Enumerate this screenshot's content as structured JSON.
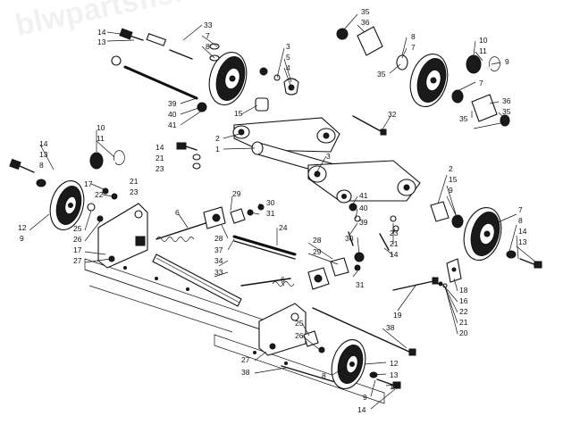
{
  "watermark": "blwpartsfish.com",
  "callouts": {
    "n1": "1",
    "n2": "2",
    "n3": "3",
    "n4": "4",
    "n5": "5",
    "n6": "6",
    "n7": "7",
    "n8": "8",
    "n9": "9",
    "n10": "10",
    "n11": "11",
    "n12": "12",
    "n13": "13",
    "n14": "14",
    "n15": "15",
    "n16": "16",
    "n17": "17",
    "n18": "18",
    "n19": "19",
    "n20": "20",
    "n21": "21",
    "n22": "22",
    "n23": "23",
    "n24": "24",
    "n25": "25",
    "n26": "26",
    "n27": "27",
    "n28": "28",
    "n29": "29",
    "n30": "30",
    "n31": "31",
    "n32": "32",
    "n33": "33",
    "n34": "34",
    "n35": "35",
    "n36": "36",
    "n37": "37",
    "n38": "38",
    "n39": "39",
    "n40": "40",
    "n41": "41"
  }
}
